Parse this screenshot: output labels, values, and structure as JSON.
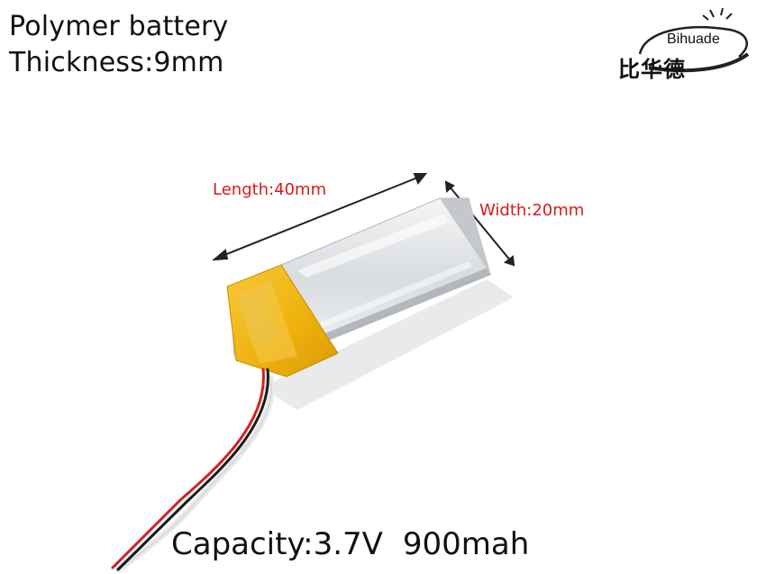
{
  "title": {
    "line1": "Polymer battery",
    "line2": "Thickness:9mm"
  },
  "dimensions": {
    "length_label": "Length:40mm",
    "width_label": "Width:20mm"
  },
  "capacity": {
    "voltage_text": "Capacity:3.7V",
    "mah_text": "900mah"
  },
  "logo": {
    "brand": "Bihuade",
    "chinese": "比华德"
  },
  "colors": {
    "dimension_text": "#d81b1b",
    "tape": "#f2b810",
    "wire_red": "#d42020",
    "wire_black": "#1a1a1a"
  }
}
